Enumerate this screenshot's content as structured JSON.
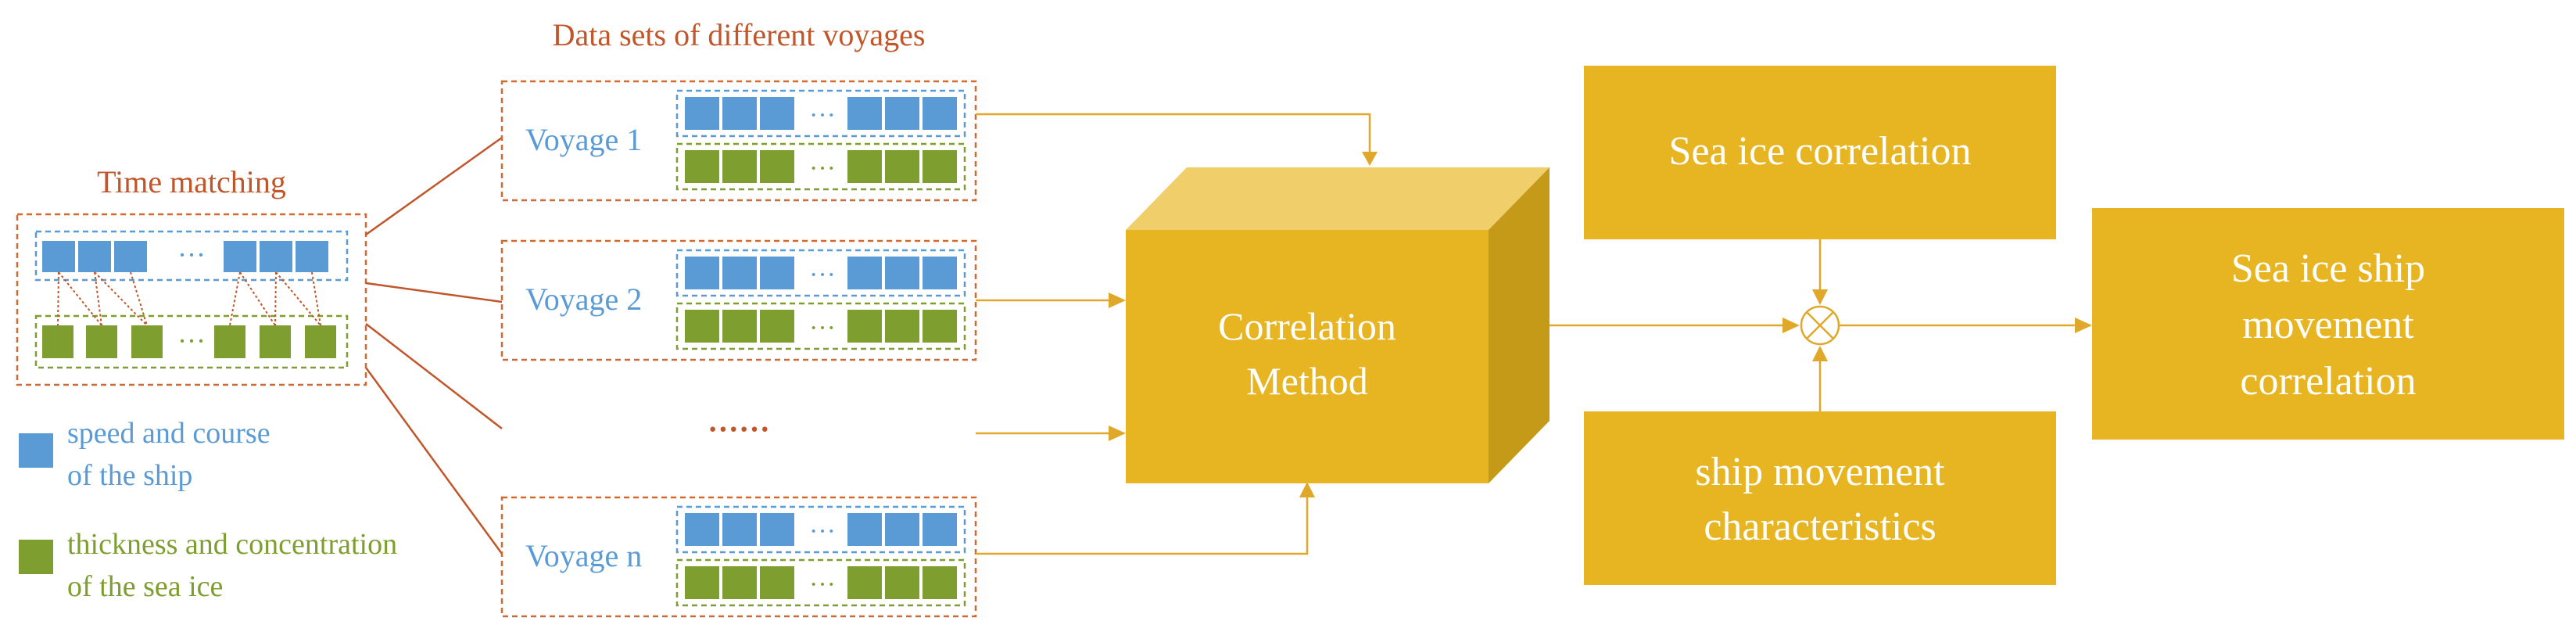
{
  "titles": {
    "time_matching": "Time matching",
    "data_sets": "Data sets of different voyages"
  },
  "legend": {
    "speed_line1": "speed and course",
    "speed_line2": "of the ship",
    "ice_line1": "thickness and concentration",
    "ice_line2": "of the sea ice"
  },
  "voyages": [
    "Voyage 1",
    "Voyage 2",
    "Voyage n"
  ],
  "ellipsis_short": "···",
  "ellipsis_long": "······",
  "correlation_method": [
    "Correlation",
    "Method"
  ],
  "sea_ice_correlation": "Sea ice correlation",
  "ship_movement": [
    "ship movement",
    "characteristics"
  ],
  "result": [
    "Sea ice ship",
    "movement",
    "correlation"
  ],
  "colors": {
    "blue": "#5b9bd5",
    "green": "#7f9e30",
    "gold": "#e6b521",
    "gold_top": "#f0cf6a",
    "gold_side": "#c49a18",
    "dash_orange": "#d06a33",
    "title_orange": "#c0562a",
    "voyage_text": "#5b9bd5",
    "legend_green": "#7f9e30"
  }
}
